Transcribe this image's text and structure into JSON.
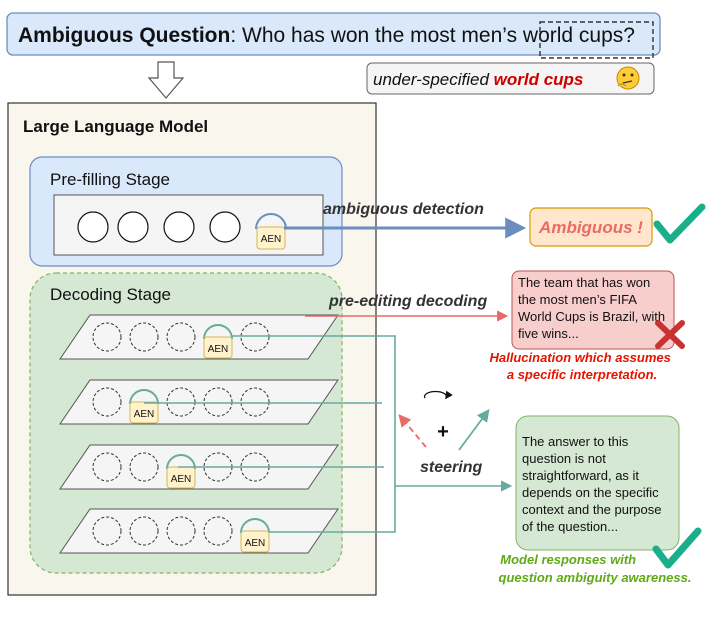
{
  "question": {
    "prefix": "Ambiguous Question",
    "text_before": ": Who has won the most men’s ",
    "highlight": "world cups",
    "text_after": "?"
  },
  "underspecified": {
    "prefix": "under-specified ",
    "emphasis": "world cups",
    "emoji_icon": "thinking-face-icon"
  },
  "llm": {
    "title": "Large Language Model",
    "prefill_label": "Pre-filling Stage",
    "decoding_label": "Decoding Stage",
    "aen_label": "AEN"
  },
  "arrows": {
    "ambiguous_detection": "ambiguous detection",
    "pre_editing_decoding": "pre-editing decoding",
    "steering": "steering",
    "plus": "+"
  },
  "outputs": {
    "ambiguous_label": "Ambiguous !",
    "hallucination_lines": [
      "The team that has won",
      "the most men’s FIFA",
      "World Cups is Brazil, with",
      "five wins..."
    ],
    "hallucination_caption_lines": [
      "Hallucination which assumes",
      "a specific interpretation."
    ],
    "aware_lines": [
      "The answer to this",
      "question is not",
      "straightforward, as it",
      "depends on the specific",
      "context and the purpose",
      "of the question..."
    ],
    "aware_caption_lines": [
      "Model responses with",
      "question ambiguity awareness."
    ]
  },
  "colors": {
    "question_fill": "#dae8fc",
    "question_stroke": "#6c8ebf",
    "llm_fill": "#f9f7ed",
    "prefill_fill": "#dae8fc",
    "decoding_fill": "#d5e8d4",
    "decoding_stroke": "#82b366",
    "aen_fill": "#fff2cc",
    "aen_stroke": "#d6b656",
    "blue_arrow": "#6c8ebf",
    "red_arrow": "#ea6b66",
    "teal": "#67ab9f",
    "ambiguous_fill": "#ffe6cc",
    "ambiguous_text": "#ea6b66",
    "hallucination_fill": "#f8cecc",
    "hallucination_stroke": "#b85450",
    "hallucination_caption": "#e51400",
    "aware_fill": "#d5e8d4",
    "aware_caption": "#60a917",
    "check": "#1aaf8c",
    "cross": "#c83232",
    "world_cups_red": "#cc0000"
  }
}
